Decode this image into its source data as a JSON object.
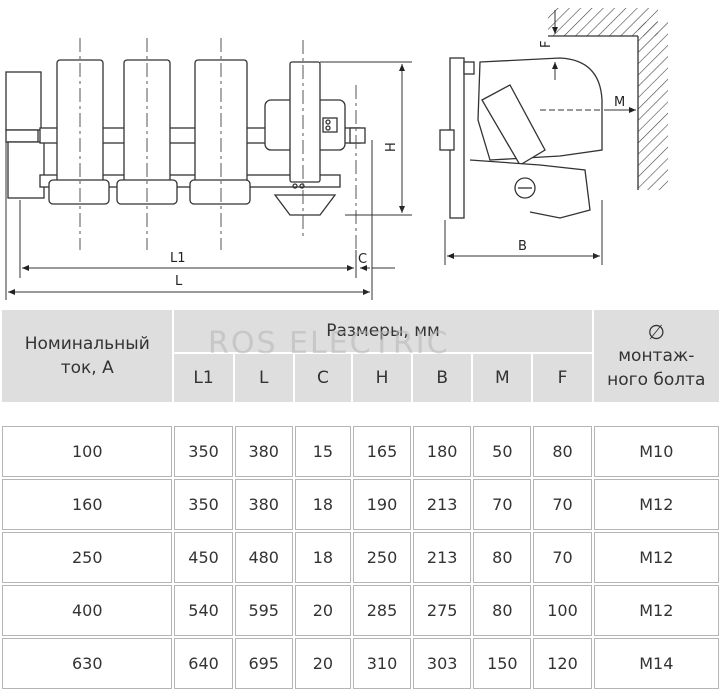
{
  "drawing": {
    "labels": {
      "l1": "L1",
      "l": "L",
      "c": "C",
      "h": "H",
      "b": "B",
      "m": "M",
      "f": "F"
    }
  },
  "watermark": "ROS ELECTRIC",
  "table": {
    "current_header": "Номинальный ток, А",
    "sizes_header": "Размеры, мм",
    "bolt_symbol": "∅",
    "bolt_header": "монтаж-ного болта",
    "columns": [
      "L1",
      "L",
      "C",
      "H",
      "B",
      "M",
      "F"
    ],
    "rows": [
      [
        "100",
        "350",
        "380",
        "15",
        "165",
        "180",
        "50",
        "80",
        "M10"
      ],
      [
        "160",
        "350",
        "380",
        "18",
        "190",
        "213",
        "70",
        "70",
        "M12"
      ],
      [
        "250",
        "450",
        "480",
        "18",
        "250",
        "213",
        "80",
        "70",
        "M12"
      ],
      [
        "400",
        "540",
        "595",
        "20",
        "285",
        "275",
        "80",
        "100",
        "M12"
      ],
      [
        "630",
        "640",
        "695",
        "20",
        "310",
        "303",
        "150",
        "120",
        "M14"
      ]
    ]
  }
}
